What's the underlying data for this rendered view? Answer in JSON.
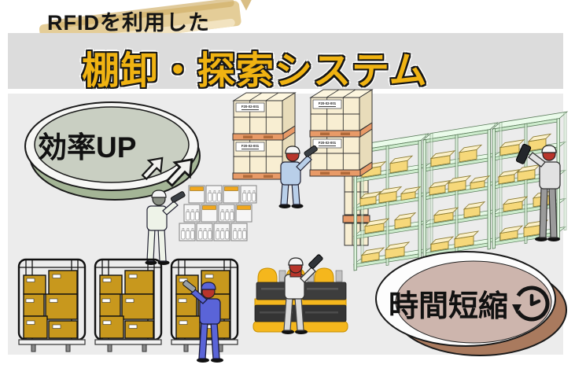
{
  "header": {
    "subtitle": "RFIDを利用した",
    "title": "棚卸・探索システム"
  },
  "badges": {
    "efficiency": {
      "label": "効率UP",
      "icon": "up-right-arrows-icon"
    },
    "time": {
      "label": "時間短縮",
      "icon": "clock-icon"
    }
  },
  "labels": {
    "pallet_tag": "F20-02-001"
  },
  "colors": {
    "title_yellow": "#f0b312",
    "band_gray": "#dcdcdc",
    "main_gray": "#ececec",
    "brush_tan": "#e4cd98",
    "brush_dark": "#cfae66",
    "efficiency_fill": "#c9cfc2",
    "efficiency_rim": "#a4b596",
    "time_fill": "#cdb5ad",
    "time_rim": "#a97a5e",
    "box_cream": "#f8eed2",
    "box_side": "#e8dcba",
    "box_top": "#fdf6df",
    "pallet_orange": "#e89a67",
    "cage_box_gold": "#c8981d",
    "shelf_mint": "#d6f2d6",
    "shelf_box_yellow": "#f6d87a",
    "forklift_yellow": "#f5b71d",
    "worker_blue": "#5a64d8",
    "worker_lightblue": "#b9cfe9",
    "worker_white": "#ededed",
    "worker_gray": "#e2e2e2",
    "worker_pale_green": "#eef3e8",
    "mask_red": "#b8352b"
  }
}
